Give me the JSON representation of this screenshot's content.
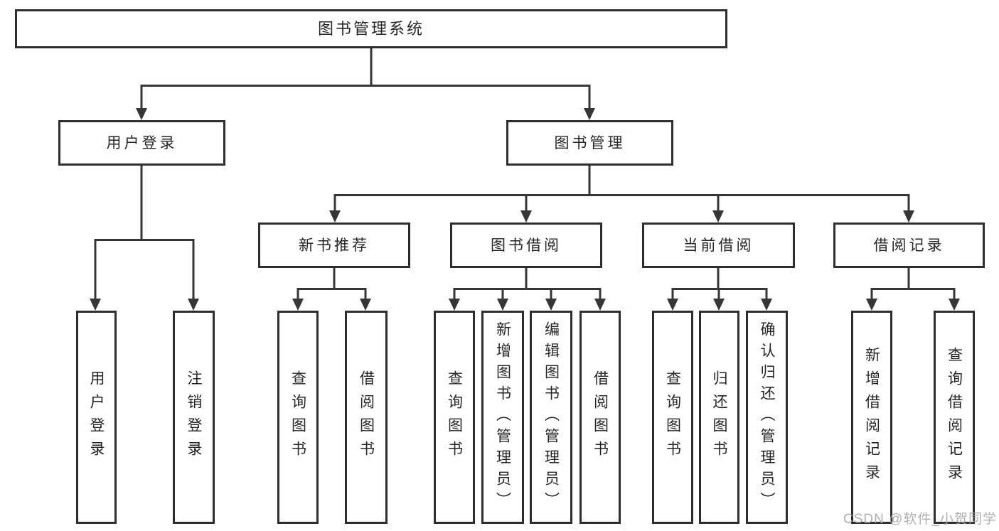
{
  "diagram": {
    "title": "图书管理系统",
    "watermark": "CSDN @软件_小贺同学",
    "colors": {
      "line": "#363636",
      "box_border": "#2e2e2e",
      "text": "#262626",
      "watermark": "#a8a8a8",
      "background": "#ffffff"
    },
    "nodes": {
      "root": "图书管理系统",
      "level2": [
        "用户登录",
        "图书管理"
      ],
      "level3": [
        "新书推荐",
        "图书借阅",
        "当前借阅",
        "借阅记录"
      ],
      "user_children": [
        "用户登录",
        "注销登录"
      ],
      "newbook_children": [
        "查询图书",
        "借阅图书"
      ],
      "borrow_children": [
        "查询图书",
        "新增图书（管理员）",
        "编辑图书（管理员）",
        "借阅图书"
      ],
      "current_children": [
        "查询图书",
        "归还图书",
        "确认归还（管理员）"
      ],
      "record_children": [
        "新增借阅记录",
        "查询借阅记录"
      ]
    }
  }
}
